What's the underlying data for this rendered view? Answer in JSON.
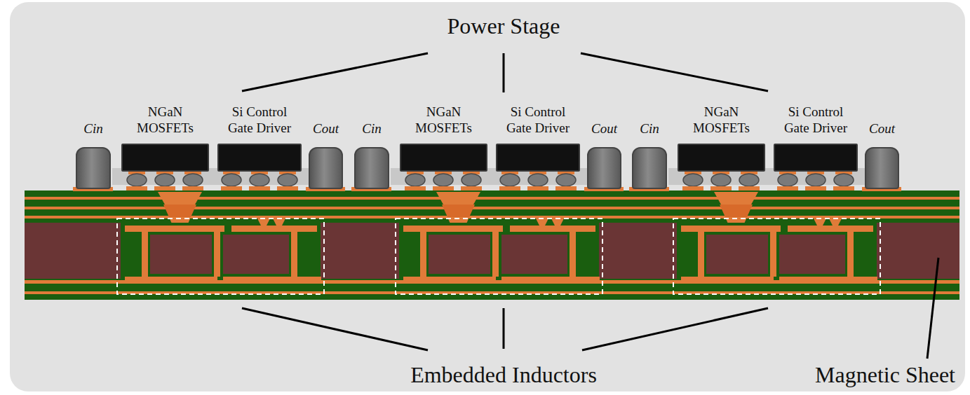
{
  "diagram": {
    "nodes": [
      {
        "text": [
          "Cin"
        ]
      },
      {
        "text": [
          "NGaN MOSFETs"
        ]
      },
      {
        "text": [
          "Si Control Gate Driver"
        ]
      },
      {
        "text": [
          "Cout"
        ]
      },
      {
        "text": [
          "Cin"
        ]
      },
      {
        "text": [
          "NGaN MOSFETs"
        ]
      },
      {
        "text": [
          "Si Control Gate Driver"
        ]
      },
      {
        "text": [
          "Cout"
        ]
      },
      {
        "text": [
          "Cin"
        ]
      },
      {
        "text": [
          "NGaN MOSFETs"
        ]
      },
      {
        "text": [
          "Si Control Gate Driver"
        ]
      },
      {
        "text": [
          "Cout"
        ]
      }
    ],
    "labels": [
      "Power Stage",
      "Embedded Inductors",
      "Magnetic Sheet"
    ]
  }
}
